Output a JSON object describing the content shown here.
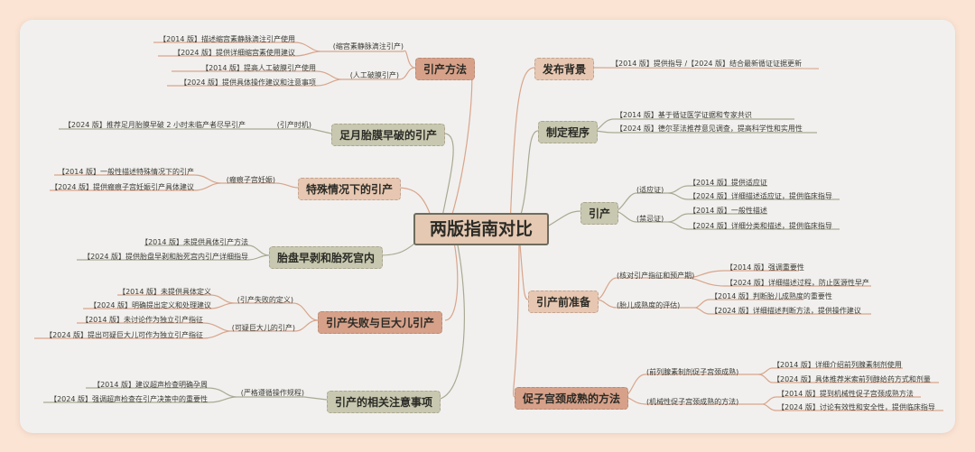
{
  "center": "两版指南对比",
  "right": [
    {
      "label": "发布背景",
      "leaves": [
        "【2014 版】提供指导 /【2024 版】结合最新循证证据更新"
      ]
    },
    {
      "label": "制定程序",
      "leaves": [
        "【2014 版】基于循证医学证据和专家共识",
        "【2024 版】德尔菲法推荐意见调查，提高科学性和实用性"
      ]
    },
    {
      "label": "引产",
      "subs": [
        {
          "label": "(适应证)",
          "leaves": [
            "【2014 版】提供适应证",
            "【2024 版】详细描述适应证，提供临床指导"
          ]
        },
        {
          "label": "(禁忌证)",
          "leaves": [
            "【2014 版】一般性描述",
            "【2024 版】详细分类和描述，提供临床指导"
          ]
        }
      ]
    },
    {
      "label": "引产前准备",
      "subs": [
        {
          "label": "(核对引产指征和预产期)",
          "leaves": [
            "【2014 版】强调重要性",
            "【2024 版】详细描述过程，防止医源性早产"
          ]
        },
        {
          "label": "(胎儿成熟度的评估)",
          "leaves": [
            "【2014 版】判断胎儿成熟度的重要性",
            "【2024 版】详细描述判断方法，提供操作建议"
          ]
        }
      ]
    },
    {
      "label": "促子宫颈成熟的方法",
      "subs": [
        {
          "label": "(前列腺素制剂促子宫颈成熟)",
          "leaves": [
            "【2014 版】详细介绍前列腺素制剂使用",
            "【2024 版】具体推荐米索前列醇给药方式和剂量"
          ]
        },
        {
          "label": "(机械性促子宫颈成熟的方法)",
          "leaves": [
            "【2014 版】提到机械性促子宫颈成熟方法",
            "【2024 版】讨论有效性和安全性，提供临床指导"
          ]
        }
      ]
    }
  ],
  "left": [
    {
      "label": "引产方法",
      "subs": [
        {
          "label": "(缩宫素静脉滴注引产)",
          "leaves": [
            "【2014 版】描述缩宫素静脉滴注引产使用",
            "【2024 版】提供详细缩宫素使用建议"
          ]
        },
        {
          "label": "(人工破膜引产)",
          "leaves": [
            "【2014 版】提高人工破膜引产使用",
            "【2024 版】提供具体操作建议和注意事项"
          ]
        }
      ]
    },
    {
      "label": "足月胎膜早破的引产",
      "subs": [
        {
          "label": "(引产时机)",
          "leaves": [
            "【2024 版】推荐足月胎膜早破 2 小时未临产者尽早引产"
          ]
        }
      ]
    },
    {
      "label": "特殊情况下的引产",
      "subs": [
        {
          "label": "(瘢痕子宫妊娠)",
          "leaves": [
            "【2014 版】一般性描述特殊情况下的引产",
            "【2024 版】提供瘢痕子宫妊娠引产具体建议"
          ]
        }
      ]
    },
    {
      "label": "胎盘早剥和胎死宫内",
      "leaves": [
        "【2014 版】未提供具体引产方法",
        "【2024 版】提供胎盘早剥和胎死宫内引产详细指导"
      ]
    },
    {
      "label": "引产失败与巨大儿引产",
      "subs": [
        {
          "label": "(引产失败的定义)",
          "leaves": [
            "【2014 版】未提供具体定义",
            "【2024 版】明确提出定义和处理建议"
          ]
        },
        {
          "label": "(可疑巨大儿的引产)",
          "leaves": [
            "【2014 版】未讨论作为独立引产指征",
            "【2024 版】提出可疑巨大儿可作为独立引产指征"
          ]
        }
      ]
    },
    {
      "label": "引产的相关注意事项",
      "subs": [
        {
          "label": "(严格遵循操作规程)",
          "leaves": [
            "【2014 版】建议超声检查明确孕周",
            "【2024 版】强调超声检查在引产决策中的重要性"
          ]
        }
      ]
    }
  ]
}
